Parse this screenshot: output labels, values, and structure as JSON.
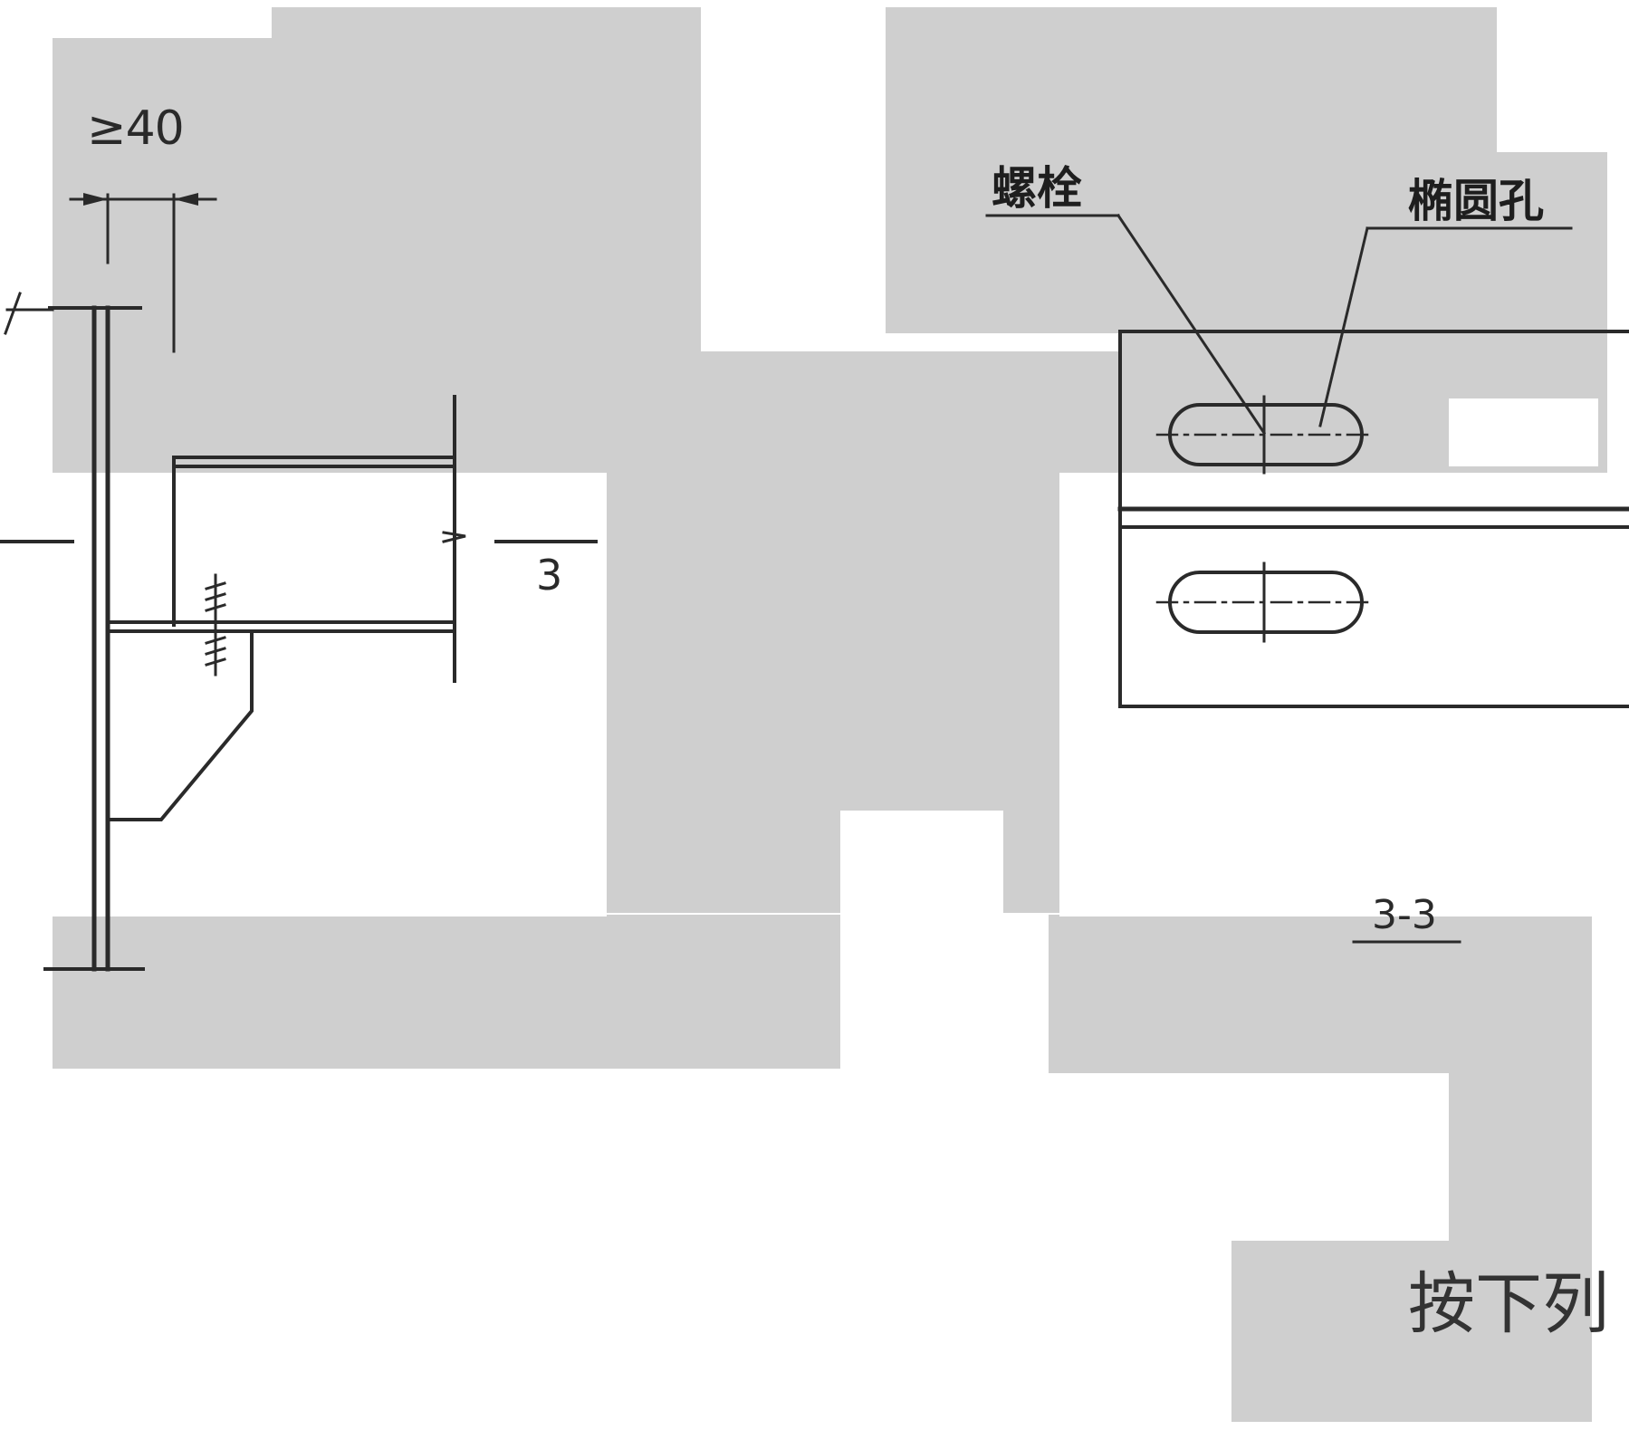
{
  "labels": {
    "dimension": "≥40",
    "bolt": "螺栓",
    "oval_hole": "椭圆孔",
    "section_mark": "3",
    "section_title": "3-3",
    "footer": "按下列"
  },
  "colors": {
    "paper_gray": "#cfcfcf",
    "line": "#2a2a2a"
  }
}
